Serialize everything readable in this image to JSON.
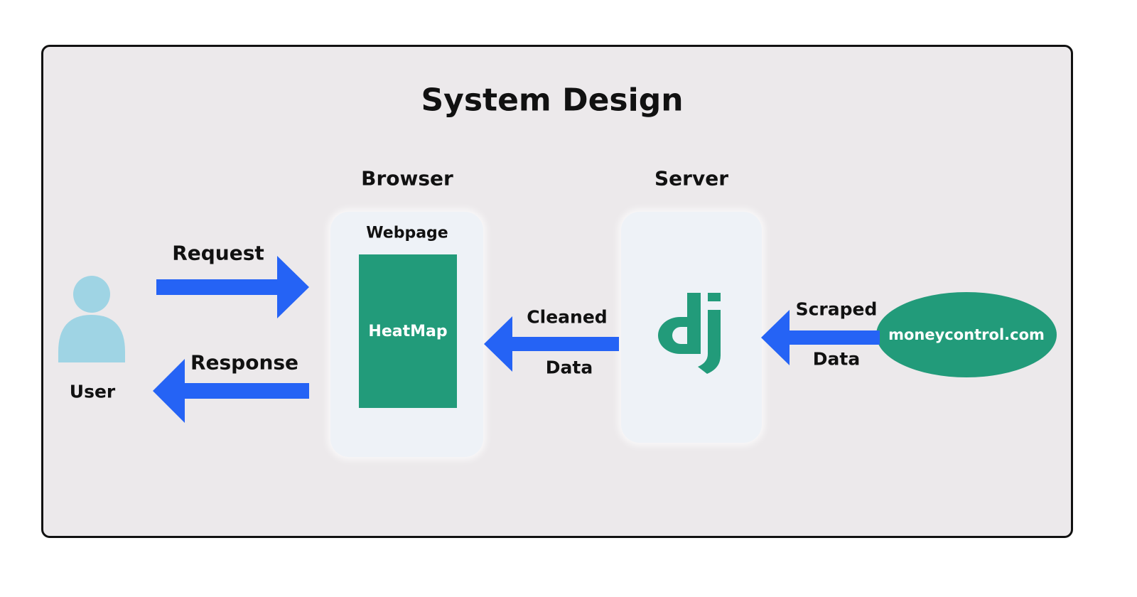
{
  "title": "System Design",
  "nodes": {
    "user": {
      "label": "User",
      "icon": "user-icon",
      "color": "#9fd4e4"
    },
    "browser": {
      "label": "Browser",
      "sublabel": "Webpage",
      "content": "HeatMap",
      "color": "#229b7a"
    },
    "server": {
      "label": "Server",
      "icon": "django-logo-icon",
      "logo_text": "dj",
      "color": "#229b7a"
    },
    "source": {
      "label": "moneycontrol.com",
      "color": "#229b7a"
    }
  },
  "edges": {
    "request": {
      "label": "Request",
      "from": "user",
      "to": "browser"
    },
    "response": {
      "label": "Response",
      "from": "browser",
      "to": "user"
    },
    "cleaned_data": {
      "label_top": "Cleaned",
      "label_bottom": "Data",
      "from": "server",
      "to": "browser"
    },
    "scraped_data": {
      "label_top": "Scraped",
      "label_bottom": "Data",
      "from": "source",
      "to": "server"
    }
  },
  "colors": {
    "arrow": "#2563f5",
    "frame_bg": "#ece9eb",
    "panel_bg": "#eef2f7",
    "accent": "#229b7a"
  }
}
